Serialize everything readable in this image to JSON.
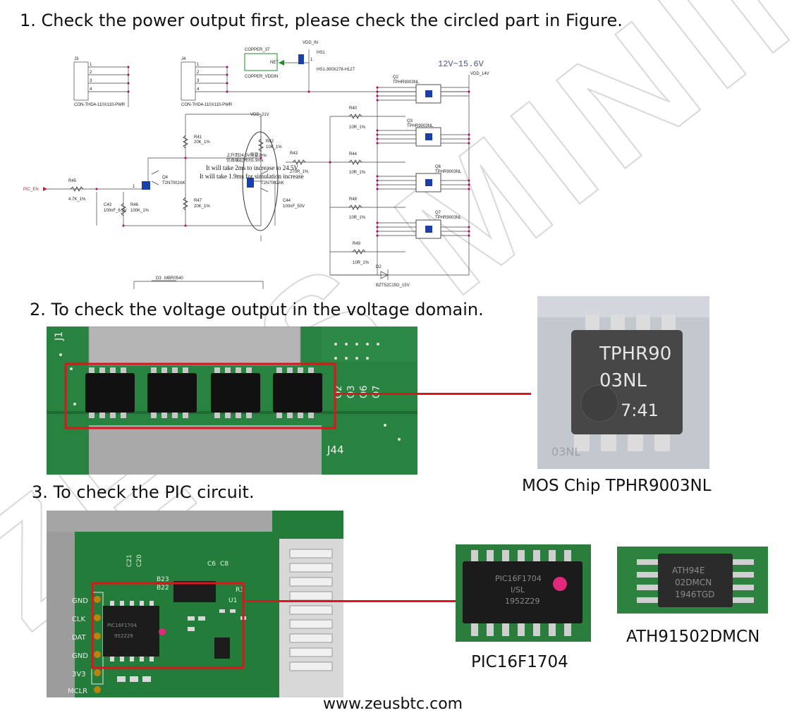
{
  "headings": {
    "step1": "1. Check the power output first, please check the circled part in Figure.",
    "step2": "2. To check the voltage output in the voltage domain.",
    "step3": "3. To check the PIC circuit."
  },
  "captions": {
    "mos": "MOS Chip TPHR9003NL",
    "pic": "PIC16F1704",
    "ath": "ATH91502DMCN",
    "website": "www.zeusbtc.com"
  },
  "watermark": "ZEUS MINING",
  "schematic": {
    "voltage_range": "12V~15.6V",
    "connectors": {
      "j3": "J3",
      "j4": "J4",
      "part": "CON-THD4-110X110-PWR",
      "pins": [
        "1",
        "2",
        "3",
        "4"
      ]
    },
    "copper": {
      "top": "COPPER_37",
      "bottom": "COPPER_VDDIN",
      "net": "NET"
    },
    "nets": {
      "vdd_in": "VDD_IN",
      "vdd_14v": "VDD_14V",
      "vdd_21v": "VDD_21V",
      "pic_en": "PIC_EN"
    },
    "hs1": {
      "ref": "HS1",
      "part": "HS1-300X276-H127",
      "pin": "1"
    },
    "mosfets": {
      "q2": "Q2",
      "q3": "Q3",
      "q6": "Q6",
      "q7": "Q7",
      "part": "TPHR9003NL"
    },
    "resistors": {
      "r40": "R40",
      "r44": "R44",
      "r48": "R48",
      "r49": "R49",
      "r10_value": "10R_1%",
      "r41": "R41",
      "r41_value": "20K_1%",
      "r42": "R42",
      "r42_value": "10K_1%",
      "r43": "R43",
      "r43_value": "270R_1%",
      "r45": "R45",
      "r45_value": "4.7K_1%",
      "r46": "R46",
      "r46_value": "100K_1%",
      "r47": "R47",
      "r47_value": "20K_1%"
    },
    "caps": {
      "c43": "C43",
      "c43_value": "100nF_6.3V",
      "c44": "C44",
      "c44_value": "100nF_50V"
    },
    "transistors": {
      "q4": "Q4",
      "q5_part": "T2N7002AK",
      "q4_part": "T2N7002AK",
      "pin1": "1"
    },
    "diodes": {
      "d2": "D2",
      "d2_part": "BZT52C15G_15V",
      "d3": "D3",
      "d3_part": "MBR0540"
    },
    "annotations": {
      "cn": "上升到24.5V需要2ms",
      "cn2": "仿真缓起时间1.9ms",
      "line1": "It will take 2ms to increase to 24.5V",
      "line2": "It will take 1.9ms for simulation increase"
    }
  },
  "board2": {
    "silk_j1": "J1",
    "silk_j44": "J44",
    "silk_q": [
      "Q2",
      "Q3",
      "Q6",
      "Q7"
    ]
  },
  "mos_chip": {
    "line1": "TPHR90",
    "line2": "03NL",
    "line3": "7:41",
    "corner": "03NL"
  },
  "board3": {
    "pins": [
      "GND",
      "CLK",
      "DAT",
      "GND",
      "3V3",
      "MCLR"
    ],
    "silk": [
      "C21",
      "C20",
      "B23",
      "B22",
      "C6",
      "C8",
      "U1",
      "R3"
    ],
    "pic_mark": "PIC16F1704",
    "pic_mark2": "952229"
  },
  "pic_chip": {
    "line1": "PIC16F1704",
    "line2": "I/SL",
    "line3": "1952Z29"
  },
  "ath_chip": {
    "line1": "ATH94E",
    "line2": "02DMCN",
    "line3": "1946TGD"
  },
  "colors": {
    "highlight": "#e0141b",
    "pcb": "#1f7a36",
    "chip": "#222222",
    "net": "#b0006a"
  }
}
